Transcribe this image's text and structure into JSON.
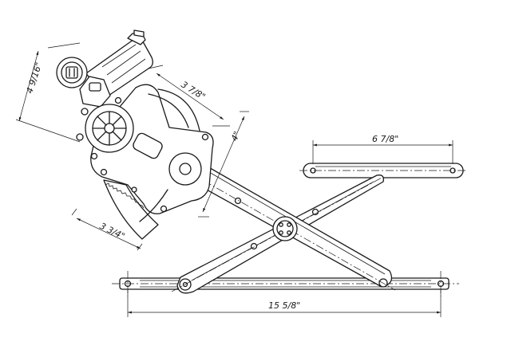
{
  "dimensions": {
    "motor_height": "4 9/16\"",
    "arm_length": "3 7/8\"",
    "arm_offset": "4\"",
    "sector_width": "3 3/4\"",
    "top_rail_length": "6 7/8\"",
    "bottom_rail_length": "15 5/8\""
  },
  "colors": {
    "line": "#1a1a1a",
    "background": "#ffffff"
  }
}
